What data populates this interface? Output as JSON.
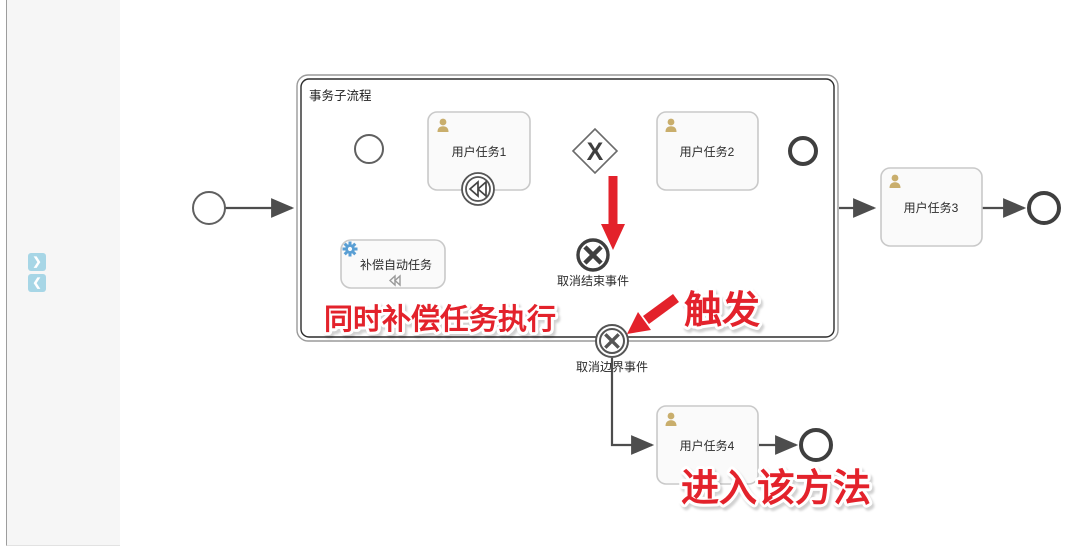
{
  "sidebar": {
    "expand_icon": "❯",
    "collapse_icon": "❮"
  },
  "process": {
    "subprocess_label": "事务子流程",
    "nodes": {
      "user_task_1": "用户任务1",
      "user_task_2": "用户任务2",
      "user_task_3": "用户任务3",
      "user_task_4": "用户任务4",
      "compensation_task": "补偿自动任务",
      "cancel_end_event": "取消结束事件",
      "cancel_boundary_event": "取消边界事件",
      "gateway_marker": "X"
    },
    "annotations": {
      "parallel_compensation": "同时补偿任务执行",
      "trigger": "触发",
      "enter_method": "进入该方法"
    }
  },
  "colors": {
    "annotation_red": "#e3222b",
    "user_icon_tan": "#c9ae6c",
    "gear_blue": "#5a9fd4",
    "flow_gray": "#4d4d4d"
  }
}
